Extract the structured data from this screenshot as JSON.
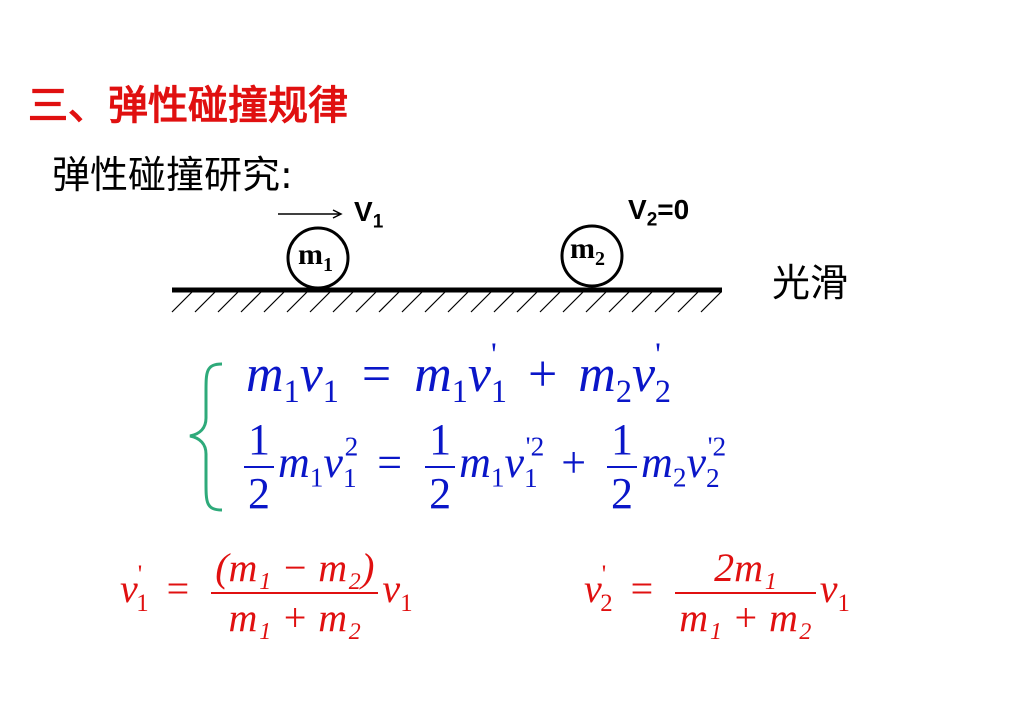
{
  "colors": {
    "title": "#e01010",
    "equation_blue": "#0a16c8",
    "result_red": "#e01010",
    "brace": "#2eaa7a"
  },
  "title": "三、弹性碰撞规律",
  "subtitle": "弹性碰撞研究:",
  "diagram": {
    "ball1_label": "m",
    "ball1_sub": "1",
    "ball2_label": "m",
    "ball2_sub": "2",
    "v1_label": "V",
    "v1_sub": "1",
    "v2_label": "V",
    "v2_sub": "2",
    "v2_value": "=0",
    "surface_label": "光滑"
  },
  "equations": {
    "momentum": {
      "lhs_m": "m",
      "lhs_m_sub": "1",
      "lhs_v": "v",
      "lhs_v_sub": "1",
      "eq": "=",
      "t1_m": "m",
      "t1_m_sub": "1",
      "t1_v": "v",
      "t1_v_sub": "1",
      "t1_prime": "'",
      "plus": "+",
      "t2_m": "m",
      "t2_m_sub": "2",
      "t2_v": "v",
      "t2_v_sub": "2",
      "t2_prime": "'"
    },
    "energy": {
      "half_num": "1",
      "half_den": "2",
      "m1": "m",
      "m1_sub": "1",
      "v1": "v",
      "v1_sub": "1",
      "v1_sup": "2",
      "eq": "=",
      "m1b": "m",
      "m1b_sub": "1",
      "v1b": "v",
      "v1b_sub": "1",
      "v1b_sup": "'2",
      "plus": "+",
      "m2": "m",
      "m2_sub": "2",
      "v2": "v",
      "v2_sub": "2",
      "v2_sup": "'2"
    },
    "result1": {
      "v": "v",
      "v_sub": "1",
      "v_prime": "'",
      "eq": "=",
      "num": "(m₁ − m₂)",
      "den": "m₁ + m₂",
      "tail_v": "v",
      "tail_sub": "1"
    },
    "result2": {
      "v": "v",
      "v_sub": "2",
      "v_prime": "'",
      "eq": "=",
      "num": "2m₁",
      "den": "m₁ + m₂",
      "tail_v": "v",
      "tail_sub": "1"
    }
  }
}
